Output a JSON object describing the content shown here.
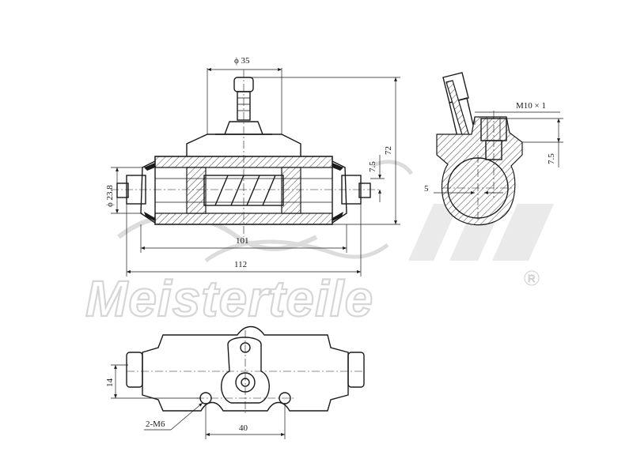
{
  "watermark": {
    "brand": "Meisterteile",
    "registered": "R"
  },
  "dimensions": {
    "bore_diameter": "ϕ 35",
    "height_total": "72",
    "step_7_5_front": "7.5",
    "outer_diameter": "ϕ 23.8",
    "length_inner": "101",
    "length_total": "112",
    "thread": "M10 × 1",
    "step_7_5_side": "7.5",
    "offset_side": "5",
    "width_bottom": "14",
    "bolt_spacing": "40",
    "bolt_thread": "2-M6"
  }
}
